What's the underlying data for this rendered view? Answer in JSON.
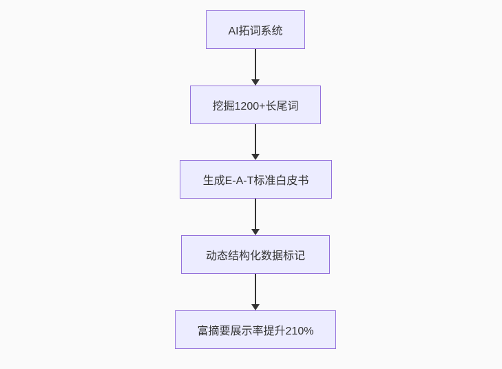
{
  "diagram": {
    "type": "flowchart",
    "direction": "top-down",
    "colors": {
      "background": "#fafafa",
      "node_fill": "#ECECFF",
      "node_border": "#9370DB",
      "node_text": "#333333",
      "edge": "#333333"
    },
    "edge_style": {
      "line": "solid",
      "arrowhead": "triangle-down"
    },
    "nodes": [
      {
        "label": "AI拓词系统"
      },
      {
        "label": "挖掘1200+长尾词"
      },
      {
        "label": "生成E-A-T标准白皮书"
      },
      {
        "label": "动态结构化数据标记"
      },
      {
        "label": "富摘要展示率提升210%"
      }
    ],
    "edges": [
      {
        "from": "AI拓词系统",
        "to": "挖掘1200+长尾词"
      },
      {
        "from": "挖掘1200+长尾词",
        "to": "生成E-A-T标准白皮书"
      },
      {
        "from": "生成E-A-T标准白皮书",
        "to": "动态结构化数据标记"
      },
      {
        "from": "动态结构化数据标记",
        "to": "富摘要展示率提升210%"
      }
    ]
  }
}
